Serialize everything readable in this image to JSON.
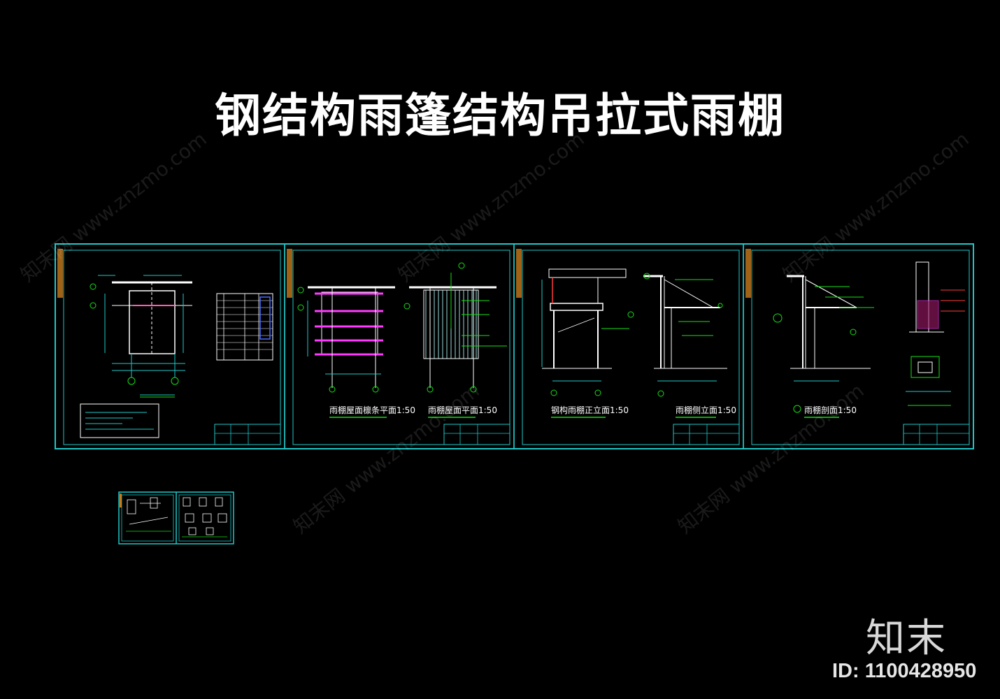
{
  "page_title": "钢结构雨篷结构吊拉式雨棚",
  "sheets": [
    {
      "drawing_titles": [
        "",
        ""
      ]
    },
    {
      "drawing_titles": [
        "雨棚屋面檩条平面1:50",
        "雨棚屋面平面1:50"
      ]
    },
    {
      "drawing_titles": [
        "钢构雨棚正立面1:50",
        "雨棚侧立面1:50"
      ]
    },
    {
      "drawing_titles": [
        "雨棚剖面1:50",
        ""
      ]
    }
  ],
  "brand": {
    "logo_text": "知末",
    "id_text": "ID: 1100428950"
  },
  "colors": {
    "frame": "#1fc8c8",
    "title": "#ffffff",
    "background": "#000000"
  }
}
